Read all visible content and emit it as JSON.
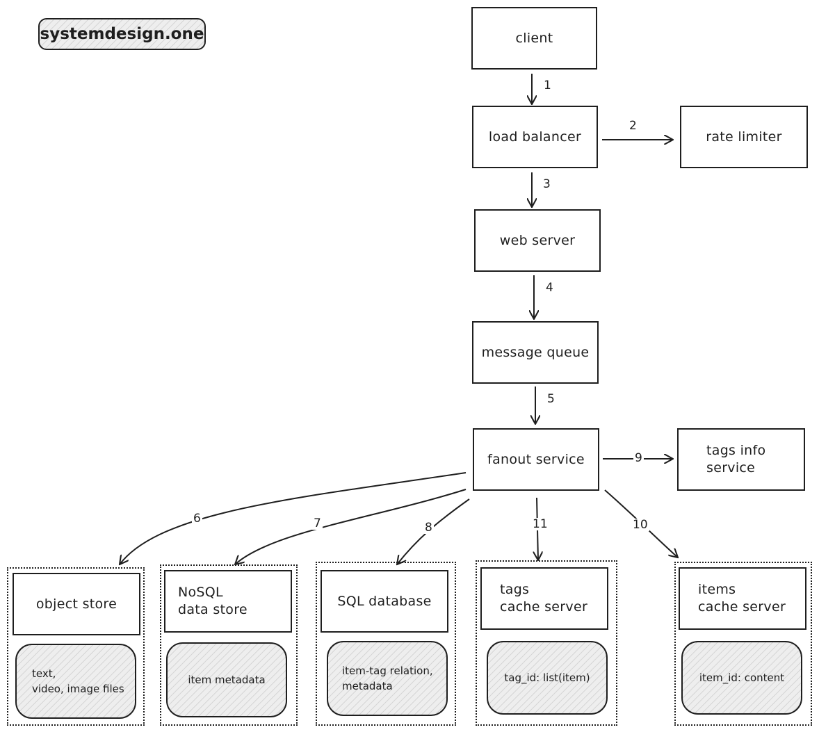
{
  "brand": "systemdesign.one",
  "nodes": {
    "client": "client",
    "load_balancer": "load balancer",
    "rate_limiter": "rate limiter",
    "web_server": "web server",
    "message_queue": "message queue",
    "fanout_service": "fanout service",
    "tags_info_service": "tags info\nservice",
    "object_store": "object store",
    "nosql_store": "NoSQL\ndata store",
    "sql_database": "SQL database",
    "tags_cache_server": "tags\ncache server",
    "items_cache_server": "items\ncache server"
  },
  "stores": {
    "object_store": "text,\nvideo, image files",
    "nosql_store": "item metadata",
    "sql_database": "item-tag relation,\nmetadata",
    "tags_cache_server": "tag_id: list(item)",
    "items_cache_server": "item_id: content"
  },
  "edges": {
    "e1": "1",
    "e2": "2",
    "e3": "3",
    "e4": "4",
    "e5": "5",
    "e6": "6",
    "e7": "7",
    "e8": "8",
    "e9": "9",
    "e10": "10",
    "e11": "11"
  }
}
